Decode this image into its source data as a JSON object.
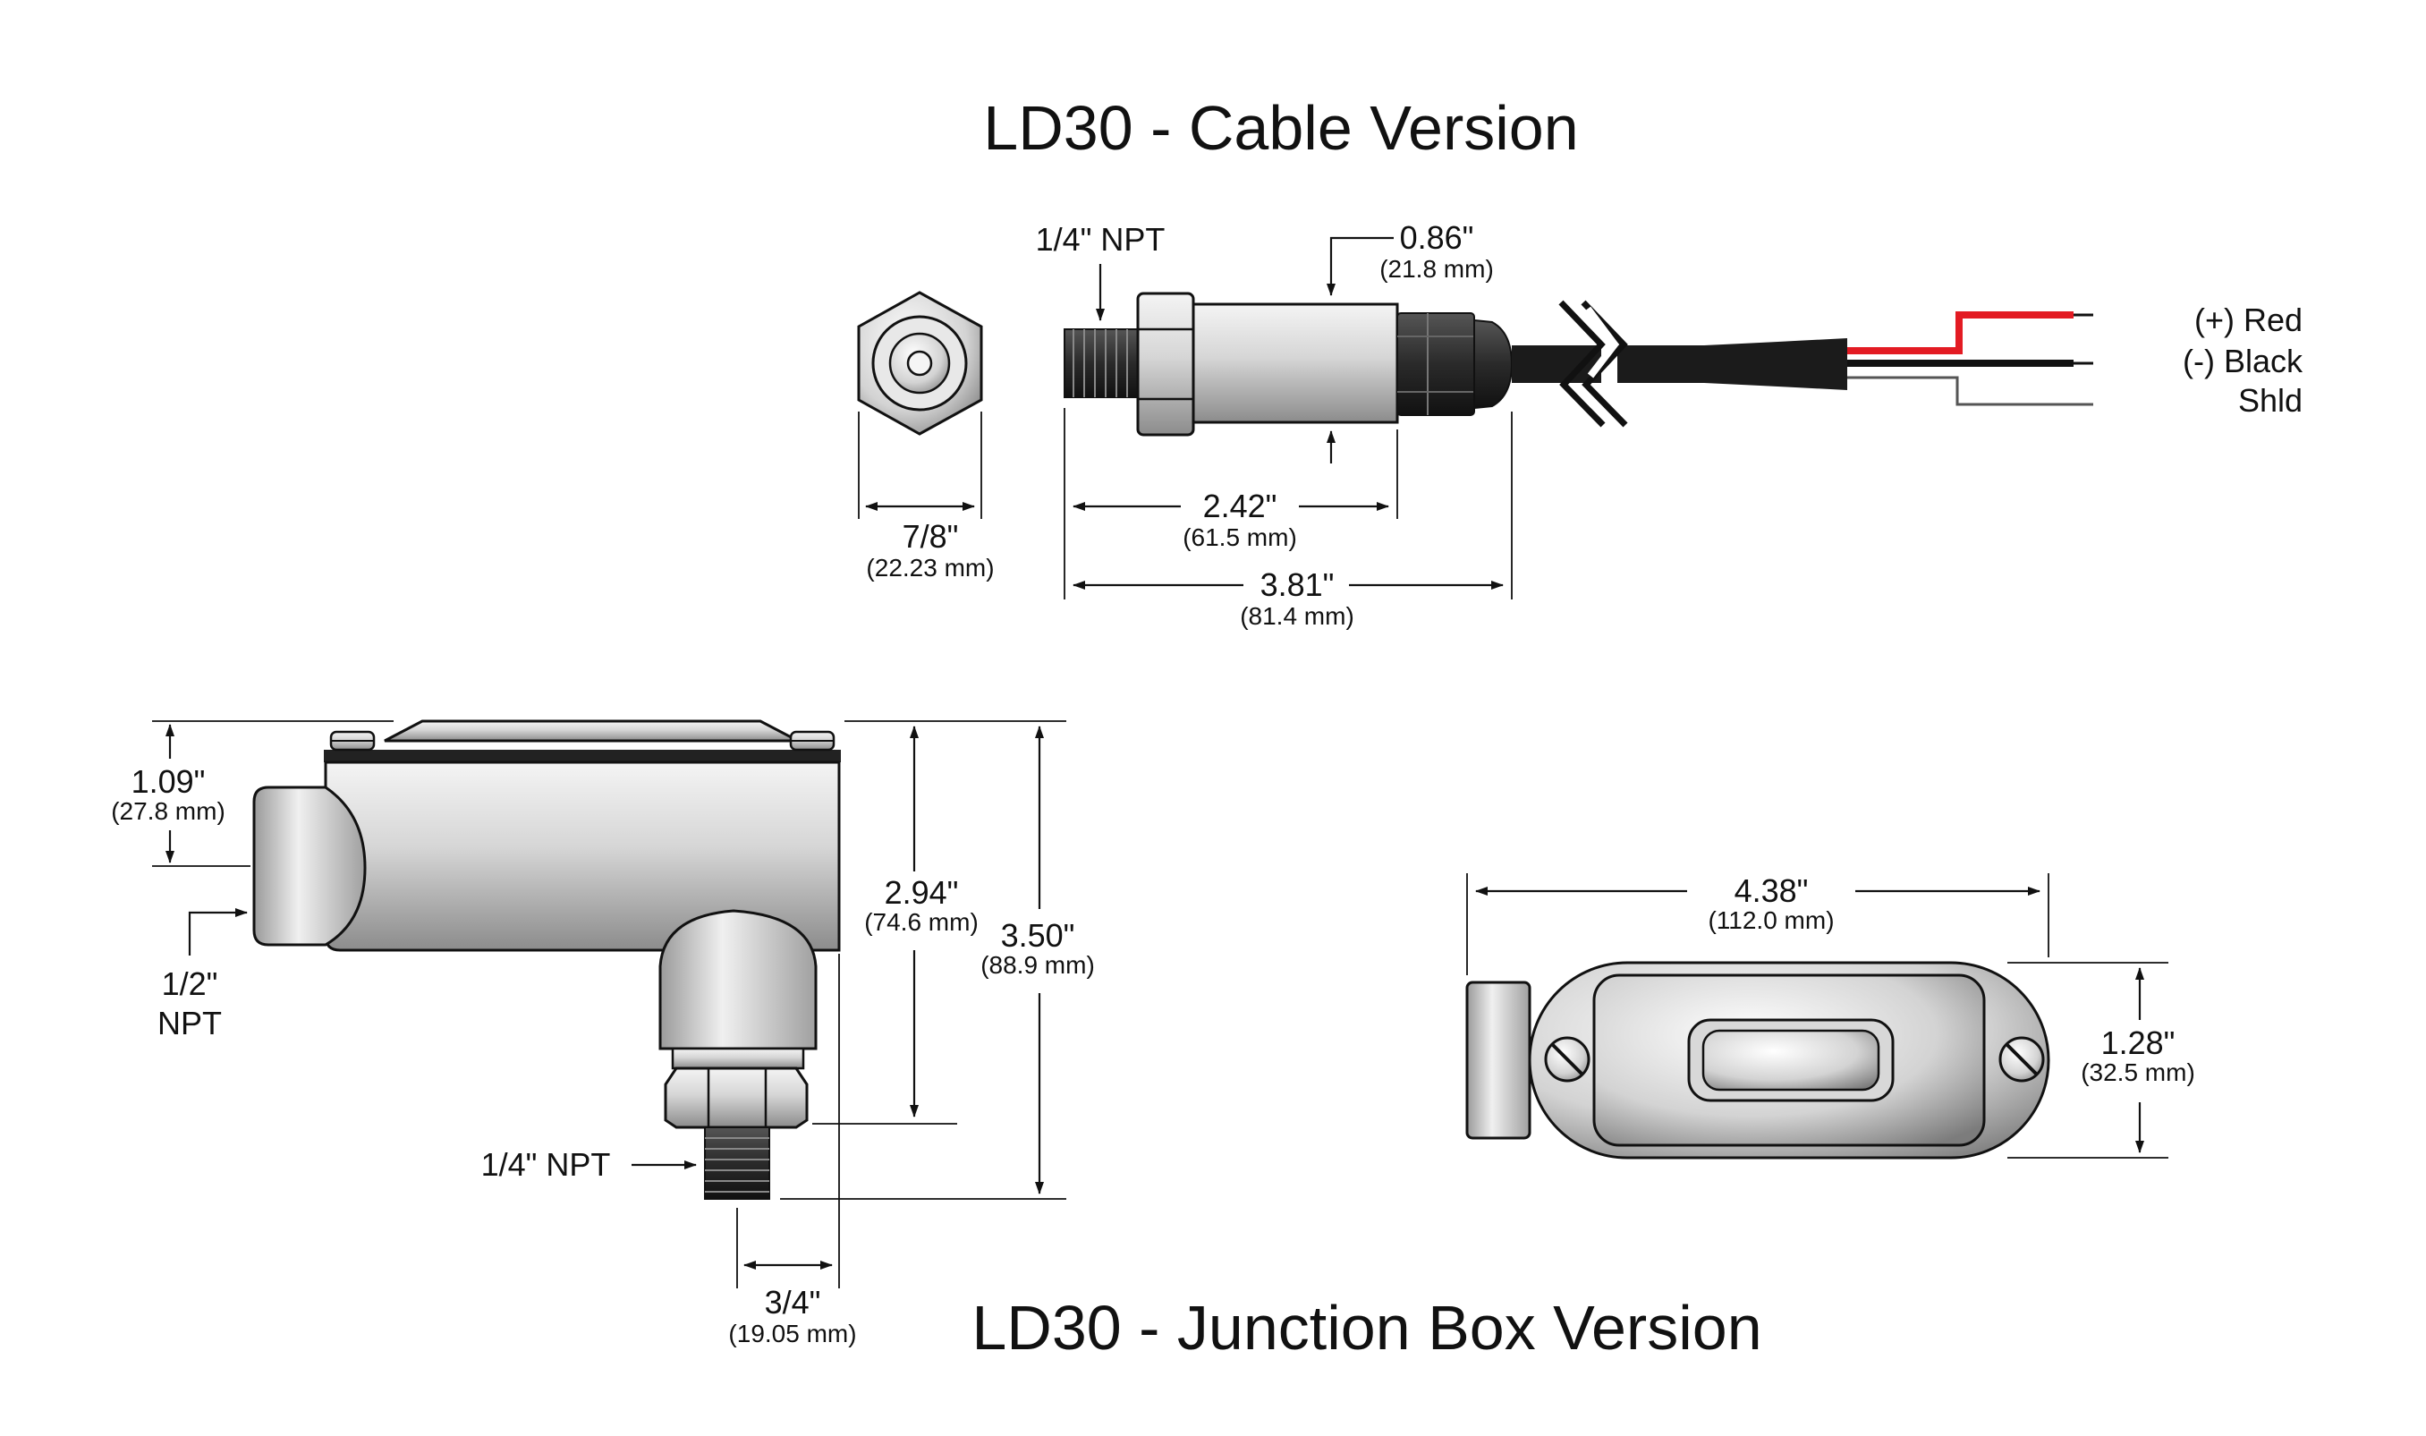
{
  "titles": {
    "cable": "LD30 - Cable Version",
    "junction": "LD30 - Junction Box Version"
  },
  "cable": {
    "npt_label": "1/4\" NPT",
    "dim_body_dia": {
      "in": "0.86\"",
      "mm": "(21.8 mm)"
    },
    "dim_hex": {
      "in": "7/8\"",
      "mm": "(22.23 mm)"
    },
    "dim_body_len": {
      "in": "2.42\"",
      "mm": "(61.5 mm)"
    },
    "dim_total_len": {
      "in": "3.81\"",
      "mm": "(81.4 mm)"
    },
    "wires": [
      {
        "label": "(+) Red",
        "color": "#e31b23"
      },
      {
        "label": "(-) Black",
        "color": "#111111"
      },
      {
        "label": "Shld",
        "color": "#555555"
      }
    ]
  },
  "junction": {
    "dim_top": {
      "in": "1.09\"",
      "mm": "(27.8 mm)"
    },
    "conduit_label": [
      "1/2\"",
      "NPT"
    ],
    "dim_height_fitting": {
      "in": "2.94\"",
      "mm": "(74.6 mm)"
    },
    "dim_height_total": {
      "in": "3.50\"",
      "mm": "(88.9 mm)"
    },
    "npt_label": "1/4\" NPT",
    "dim_offset": {
      "in": "3/4\"",
      "mm": "(19.05 mm)"
    },
    "dim_cover_len": {
      "in": "4.38\"",
      "mm": "(112.0 mm)"
    },
    "dim_cover_width": {
      "in": "1.28\"",
      "mm": "(32.5 mm)"
    }
  }
}
